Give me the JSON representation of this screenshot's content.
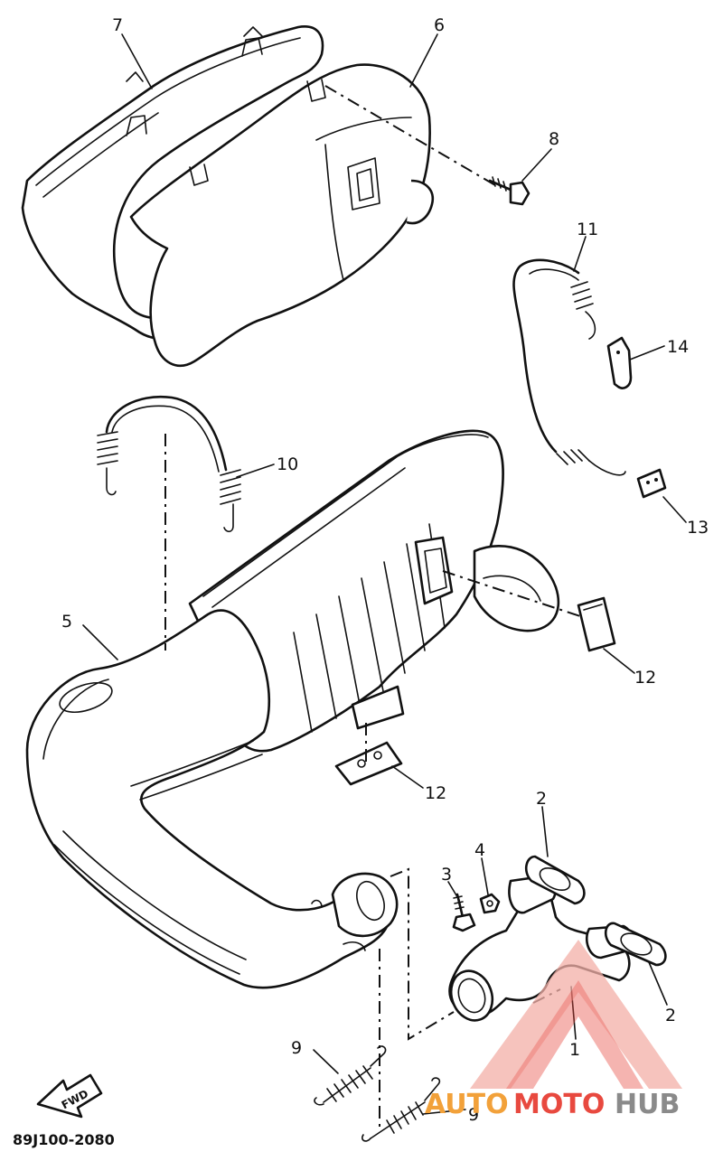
{
  "diagram": {
    "code": "89J100-2080",
    "fwd_label": "FWD",
    "callouts": {
      "c1": "1",
      "c2a": "2",
      "c2b": "2",
      "c3": "3",
      "c4": "4",
      "c5": "5",
      "c6": "6",
      "c7": "7",
      "c8": "8",
      "c9a": "9",
      "c9b": "9",
      "c10": "10",
      "c11": "11",
      "c12a": "12",
      "c12b": "12",
      "c13": "13",
      "c14": "14"
    }
  },
  "watermark": {
    "part1": "AUTO",
    "part2": "MOTO",
    "part3": "HUB",
    "colors": {
      "orange": "#f2a13a",
      "red": "#e8493f",
      "gray": "#8a8a8a"
    }
  }
}
